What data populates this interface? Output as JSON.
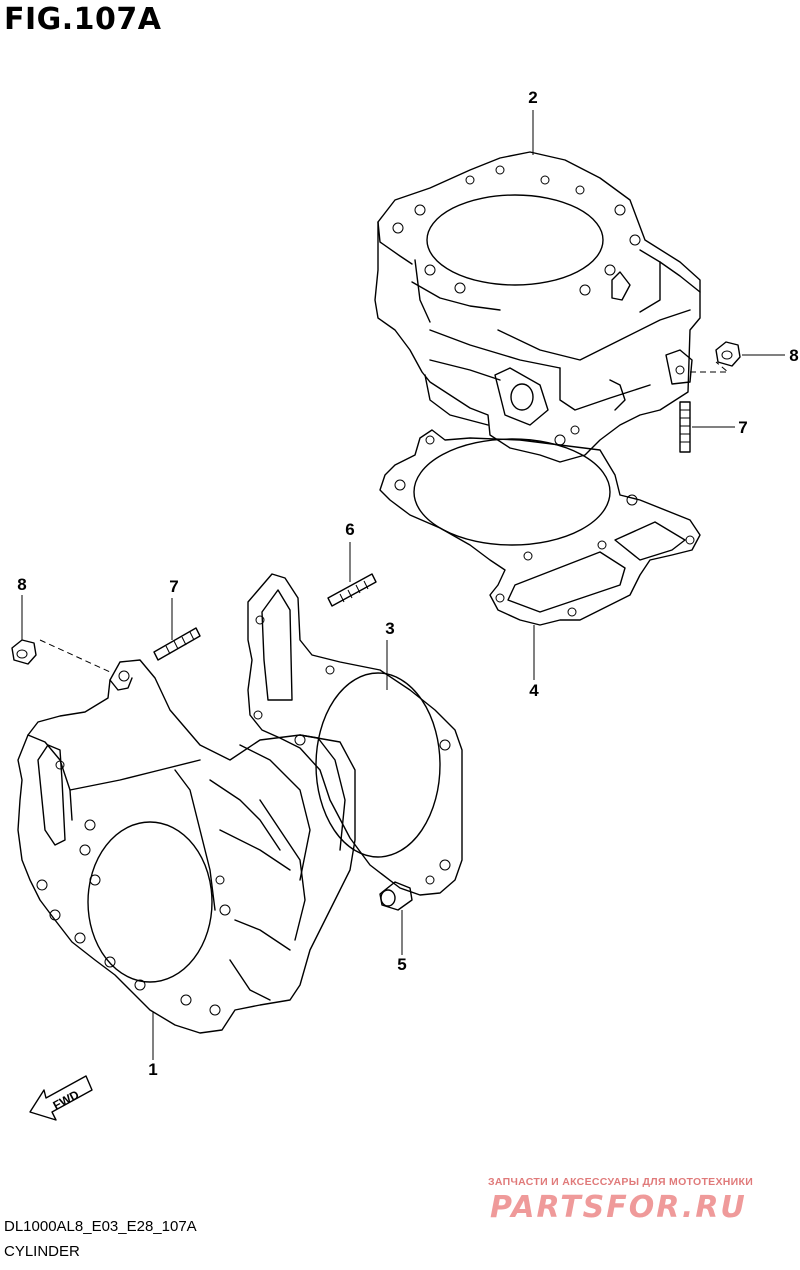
{
  "figure": {
    "title": "FIG.107A",
    "code": "DL1000AL8_E03_E28_107A",
    "caption": "CYLINDER"
  },
  "callouts": {
    "c1": "1",
    "c2": "2",
    "c3": "3",
    "c4": "4",
    "c5": "5",
    "c6": "6",
    "c7a": "7",
    "c7b": "7",
    "c8a": "8",
    "c8b": "8"
  },
  "fwd_label": "FWD",
  "watermark": {
    "small": "ЗАПЧАСТИ И АКСЕССУАРЫ ДЛЯ МОТОТЕХНИКИ",
    "big": "PARTSFOR.RU",
    "color": "#ef9a9a"
  }
}
